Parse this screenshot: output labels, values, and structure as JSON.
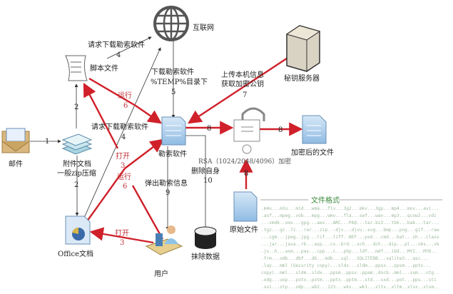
{
  "colors": {
    "red_arrow": "#d0202a",
    "thin_line": "#333333",
    "file_blue": "#a8cbea",
    "format_text": "#9bb99b"
  },
  "nodes": {
    "internet": "互联网",
    "script": "脚本文件",
    "mail": "邮件",
    "attachment_1": "附件文档",
    "attachment_2": "一般zip压缩",
    "office": "Office文档",
    "ransomware": "勒索软件",
    "key_server": "秘钥服务器",
    "encrypted": "加密后的文件",
    "original": "原始文件",
    "user": "用户",
    "wipe": "抹除数据"
  },
  "edges": {
    "request_download_a": "请求下载勒索软件",
    "request_download_a_num": "4",
    "request_download_b": "请求下载勒索软件",
    "request_download_b_num": "4",
    "download_1": "下载勒索软件",
    "download_2": "%TEMP%目录下",
    "download_num": "5",
    "upload_1": "上传本机信息",
    "upload_2": "获取加密公钥",
    "upload_num": "7",
    "step1": "1",
    "step2a": "2",
    "step2b": "2",
    "run_a": "运行",
    "run_a_num": "6",
    "open_a": "打开",
    "open_a_num": "3",
    "run_b": "运行",
    "run_b_num": "6",
    "open_b": "打开",
    "open_b_num": "3",
    "enc_a": "8",
    "enc_b": "8",
    "enc_c": "8",
    "rsa": "RSA（1024/2048/4096）加密",
    "delete_self": "删除自身",
    "delete_num": "10",
    "popup": "弹出勒索信息",
    "popup_num": "9"
  },
  "file_formats": {
    "title": "文件格式",
    "lines": [
      ".m4u...m3u...mid...wma...flv...3g2...mkv...3gp...mp4...mov...avi...",
      ".asf...mpeg..vob...mpg...wmv...fla...swf...wav...mp3...qcow2...vdi",
      "...vmdk..vmx...gpg...aes...ARC...PAQ...tar.bz2...tbk...bak...tar...",
      ".tgz...gz..7z...rar...zip...djv...djvu..svg...bmp...png...gif...raw",
      "...cgm...jpeg..jpg...tif...tiff..NEF...psd...cmd...bat...sh...class",
      "...jar...java..rb...asp...cs..brd...sch...dch...dip...pl...vbs...vb",
      ".js..h...asm...pas...cpp...c...php...ldf...mdf...ibd...MYI...MYD..",
      ".frm...odb...dbf...db...mdb...sql...SQLITEDB...sqlite3...asc...",
      ".lay...mml (Security copy)...sldx...sldm...ppsx...ppsm...pptx...",
      "copy)..mml...sldm..sldx...ppsm..ppsx..ppam..docb..mml...sxm...otg..",
      ".odg...uop...potx..potm...pptx..pptm...std...sxd...pot...pps...sti",
      ".sxi...otp...odp...wb2...123...wks...wk1...xltx..xltm..xlsx..xlsm.."
    ]
  }
}
